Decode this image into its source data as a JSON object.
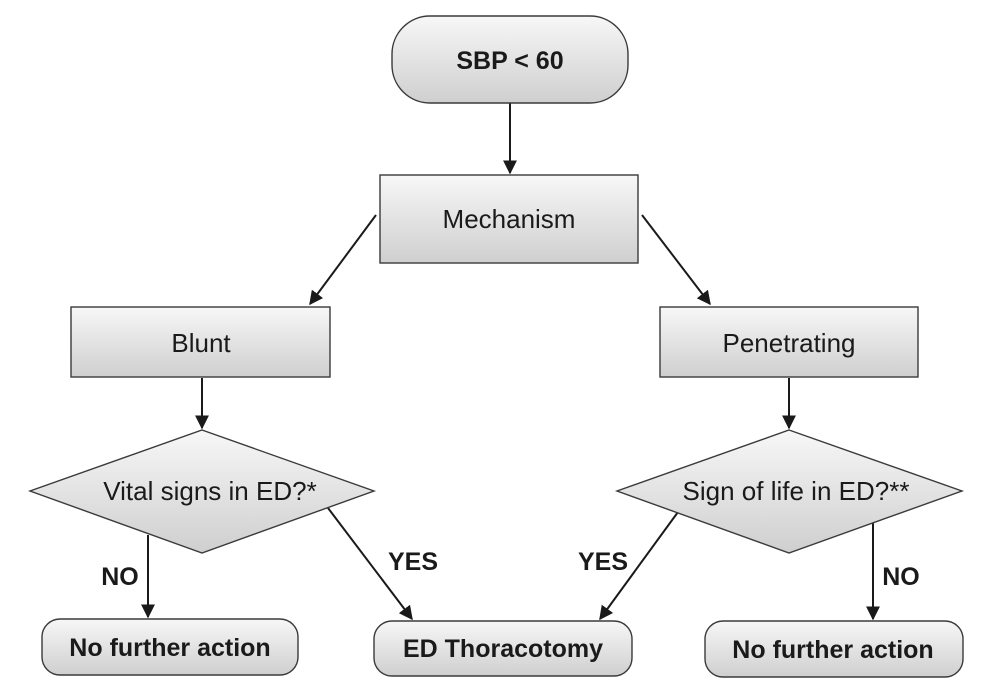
{
  "nodes": {
    "start": "SBP < 60",
    "mechanism": "Mechanism",
    "blunt": "Blunt",
    "penetrating": "Penetrating",
    "vital_signs_question": "Vital signs in ED?*",
    "sign_of_life_question": "Sign of life in ED?**",
    "no_further_action_left": "No further action",
    "ed_thoracotomy": "ED Thoracotomy",
    "no_further_action_right": "No further action"
  },
  "edge_labels": {
    "blunt_no": "NO",
    "blunt_yes": "YES",
    "penetrating_yes": "YES",
    "penetrating_no": "NO"
  },
  "colors": {
    "box_fill_top": "#f7f7f7",
    "box_fill_bottom": "#cfcfcf",
    "stroke": "#3a3a3a",
    "text": "#1a1a1a"
  }
}
